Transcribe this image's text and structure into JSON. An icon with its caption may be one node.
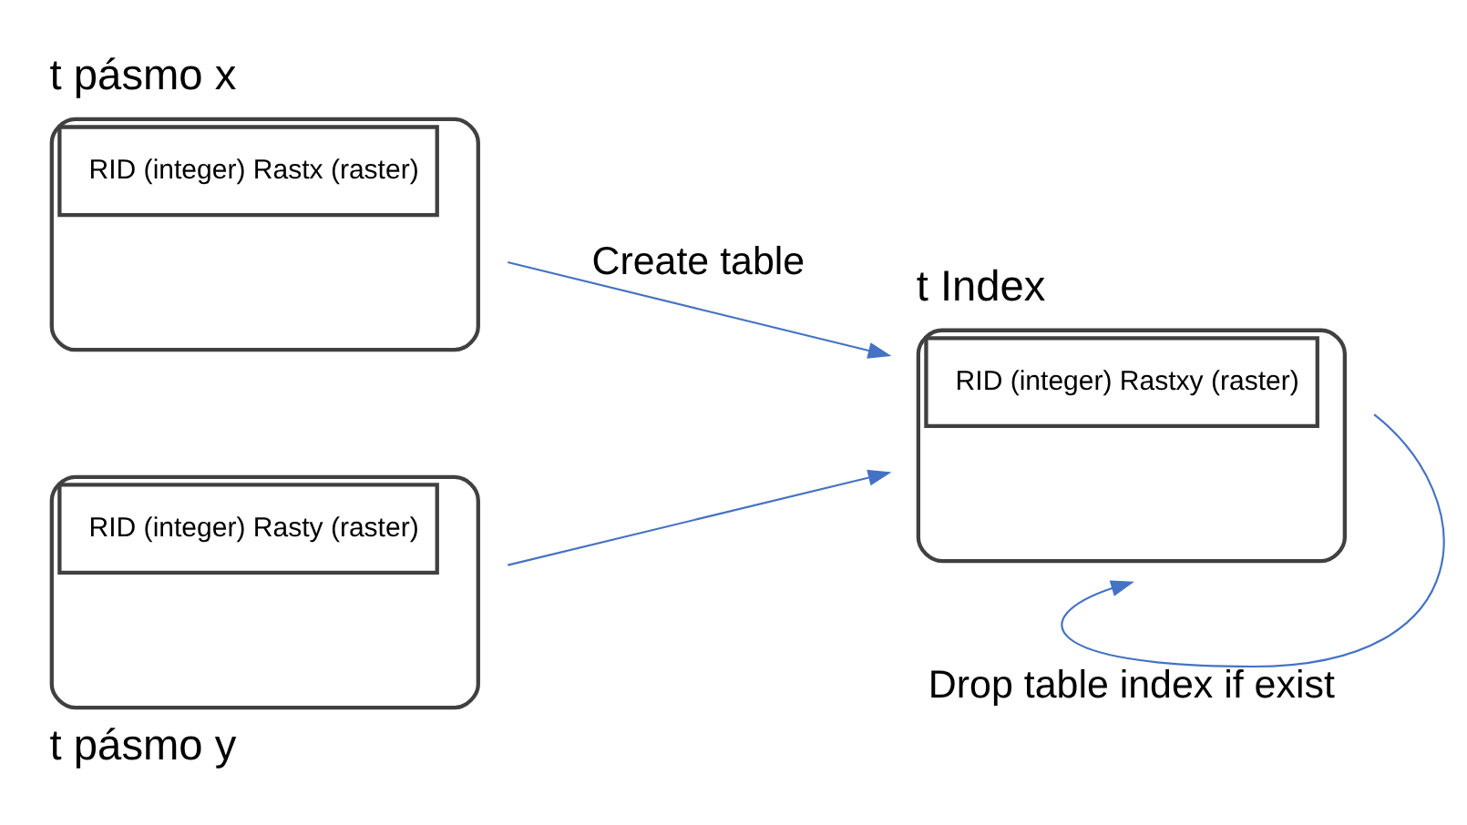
{
  "diagram": {
    "nodes": [
      {
        "text": [
          "t pásmo x",
          "RID (integer) Rastx (raster)"
        ]
      },
      {
        "text": [
          "RID (integer) Rasty (raster)",
          "t pásmo y"
        ]
      },
      {
        "text": [
          "t Index",
          "RID (integer) Rastxy (raster)"
        ]
      }
    ],
    "edges": [
      {
        "from": 0,
        "to": 2,
        "arrow": "to",
        "label": "Create table"
      },
      {
        "from": 1,
        "to": 2,
        "arrow": "to"
      },
      {
        "from": 2,
        "to": 2,
        "arrow": "to",
        "label": "Drop table index if exist"
      }
    ]
  }
}
